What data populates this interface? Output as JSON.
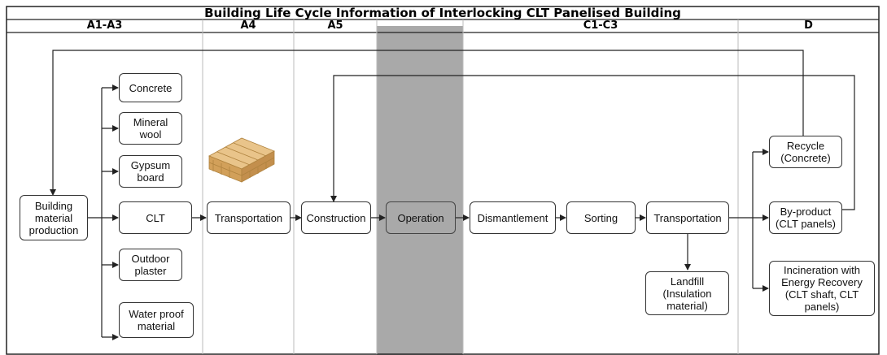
{
  "title": "Building Life Cycle Information of Interlocking CLT Panelised Building",
  "phases": {
    "a1_a3": "A1-A3",
    "a4": "A4",
    "a5": "A5",
    "c1_c3": "C1-C3",
    "d": "D"
  },
  "nodes": {
    "production": "Building\nmaterial\nproduction",
    "concrete": "Concrete",
    "mineral_wool": "Mineral\nwool",
    "gypsum": "Gypsum\nboard",
    "clt": "CLT",
    "outdoor_plaster": "Outdoor\nplaster",
    "waterproof": "Water proof\nmaterial",
    "transportation_a4": "Transportation",
    "construction": "Construction",
    "operation": "Operation",
    "dismantlement": "Dismantlement",
    "sorting": "Sorting",
    "transportation_c": "Transportation",
    "landfill": "Landfill\n(Insulation\nmaterial)",
    "recycle": "Recycle\n(Concrete)",
    "byproduct": "By-product\n(CLT panels)",
    "incineration": "Incineration with\nEnergy Recovery\n(CLT shaft, CLT\npanels)"
  },
  "colors": {
    "border": "#333333",
    "operation_band": "#a9a9a9",
    "operation_box": "#a9a9a9",
    "wood": "#e3b97a"
  }
}
